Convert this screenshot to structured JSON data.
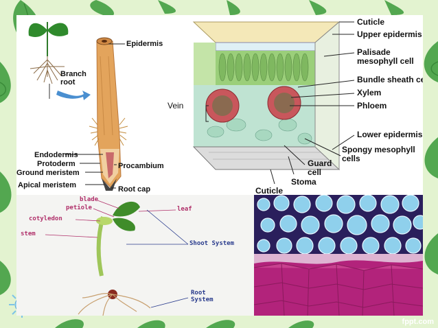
{
  "root_diagram": {
    "labels": {
      "epidermis": "Epidermis",
      "branch_root": "Branch\nroot",
      "endodermis": "Endodermis",
      "protoderm": "Protoderm",
      "ground_meristem": "Ground meristem",
      "apical_meristem": "Apical meristem",
      "procambium": "Procambium",
      "root_cap": "Root cap"
    }
  },
  "leaf_diagram": {
    "labels": {
      "cuticle_top": "Cuticle",
      "upper_epidermis": "Upper epidermis",
      "palisade": "Palisade\nmesophyll cell",
      "bundle_sheath": "Bundle sheath cell",
      "xylem": "Xylem",
      "phloem": "Phloem",
      "vein": "Vein",
      "lower_epidermis": "Lower epidermis",
      "spongy": "Spongy mesophyll\ncells",
      "guard_cell": "Guard\ncell",
      "stoma": "Stoma",
      "cuticle_bottom": "Cuticle"
    }
  },
  "seedling_diagram": {
    "labels": {
      "blade": "blade",
      "petiole": "petiole",
      "cotyledon": "cotyledon",
      "stem": "stem",
      "leaf": "leaf",
      "shoot_system": "Shoot System",
      "root_system": "Root\nSystem"
    }
  },
  "footer": {
    "brand": "fppt.com"
  },
  "colors": {
    "background": "#e3f3d0",
    "leaf_green": "#2f8a2c",
    "root_orange": "#e3a45c",
    "palisade_green": "#9bcf7a",
    "xylem_red": "#c8575c",
    "micro_blue": "#6fb4d8",
    "micro_magenta": "#b2237b"
  }
}
